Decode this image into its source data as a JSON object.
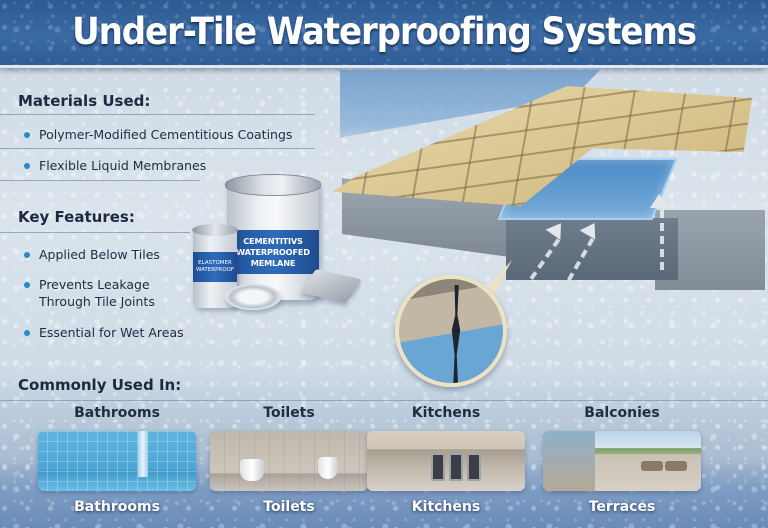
{
  "header": {
    "title": "Under-Tile Waterproofing Systems"
  },
  "materials": {
    "heading": "Materials Used:",
    "items": [
      "Polymer-Modified Cementitious Coatings",
      "Flexible Liquid Membranes"
    ]
  },
  "features": {
    "heading": "Key Features:",
    "items": [
      "Applied Below Tiles",
      "Prevents Leakage Through Tile Joints",
      "Essential for Wet Areas"
    ]
  },
  "products": {
    "big_can_label": [
      "CEMENTITIVS",
      "WATERPROOFED",
      "MEMLANE"
    ],
    "small_can_label": [
      "ELASTOMER",
      "WATERPROOF"
    ]
  },
  "illustration": {
    "icon": "tile-cutaway-illustration",
    "magnifier_icon": "crack-magnifier-icon"
  },
  "usage": {
    "heading": "Commonly Used In:",
    "cards": [
      {
        "top_label": "Bathrooms",
        "bottom_label": "Bathrooms",
        "image": "bathroom-photo"
      },
      {
        "top_label": "Toilets",
        "bottom_label": "Toilets",
        "image": "toilet-photo"
      },
      {
        "top_label": "Kitchens",
        "bottom_label": "Kitchens",
        "image": "kitchen-photo"
      },
      {
        "top_label": "Balconies",
        "bottom_label": "Terraces",
        "image": "balcony-photo"
      }
    ]
  },
  "colors": {
    "header_blue": "#3a6aa4",
    "bullet_blue": "#2a8ac6",
    "heading_text": "#1b2a40",
    "tile_beige": "#d8c48e"
  }
}
